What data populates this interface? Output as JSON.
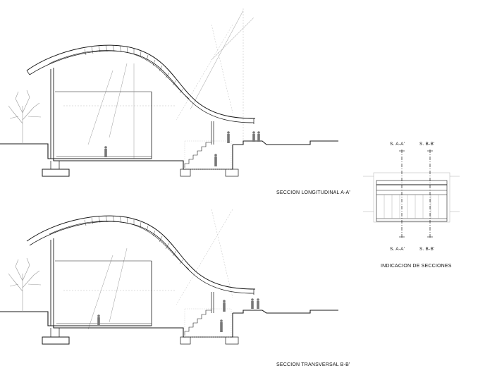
{
  "drawing": {
    "section_a_title": "SECCION LONGITUDINAL A-A'",
    "section_b_title": "SECCION TRANSVERSAL B-B'",
    "key_title": "INDICACION DE SECCIONES",
    "key_marks": {
      "top_a": "S. A-A'",
      "top_b": "S. B-B'",
      "bottom_a": "S. A-A'",
      "bottom_b": "S. B-B'"
    }
  },
  "colors": {
    "line": "#1a1a1a",
    "light_line": "#9a9a9a",
    "hatch": "#bdbdbd"
  },
  "icons": [
    "tree-icon",
    "human-figure-icon"
  ]
}
